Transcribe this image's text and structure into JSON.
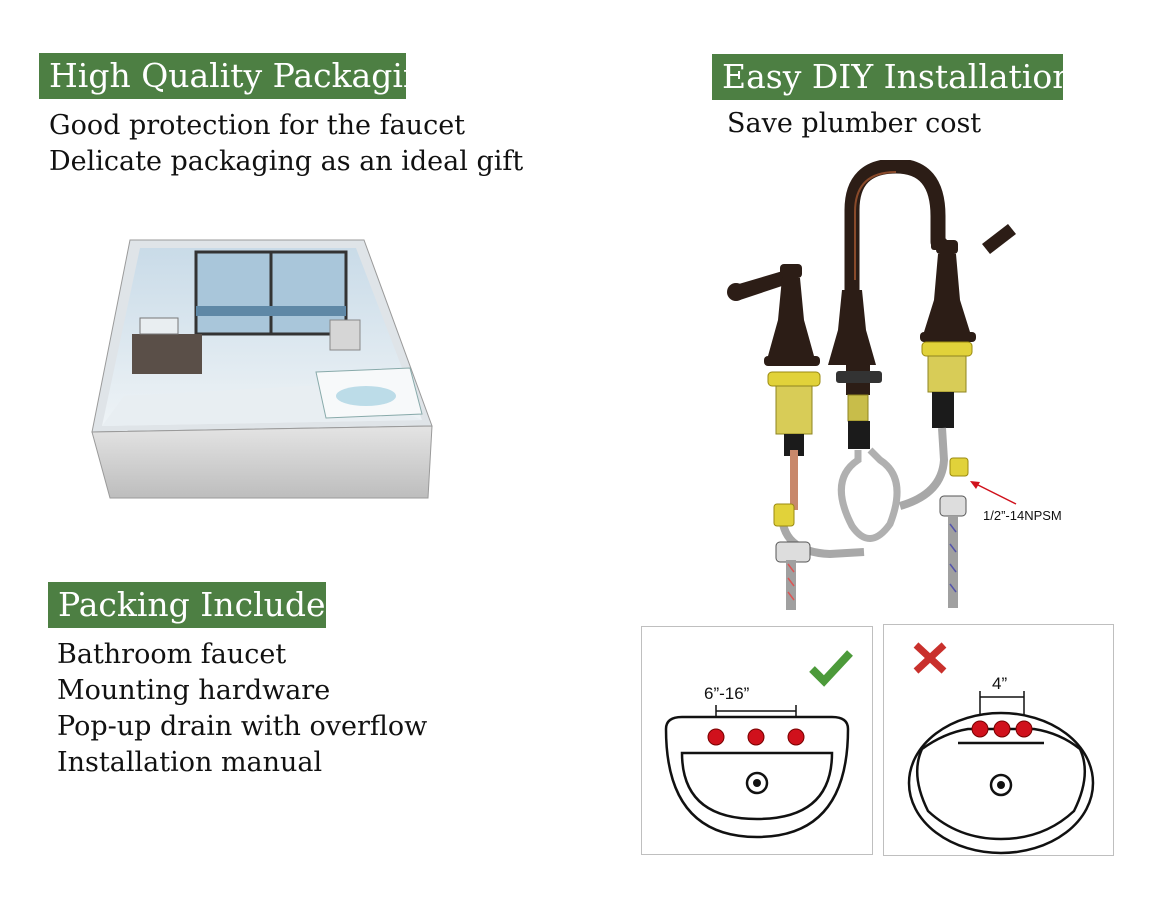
{
  "packaging": {
    "title": "High Quality Packaging",
    "lines": [
      "Good protection for the faucet",
      "Delicate packaging as an ideal gift"
    ]
  },
  "installation": {
    "title": "Easy DIY Installation",
    "subtitle": "Save plumber cost",
    "callout": "1/2”-14NPSM"
  },
  "packing": {
    "title": "Packing Include:",
    "items": [
      "Bathroom faucet",
      "Mounting hardware",
      "Pop-up drain with overflow",
      "Installation manual"
    ]
  },
  "sinks": {
    "compatible": {
      "spacing": "6”-16”",
      "mark": "check-icon"
    },
    "incompatible": {
      "spacing": "4”",
      "mark": "cross-icon"
    }
  },
  "colors": {
    "banner": "#4d7f43",
    "check": "#4c9a3a",
    "cross": "#c9302c",
    "hole": "#d0111c"
  }
}
